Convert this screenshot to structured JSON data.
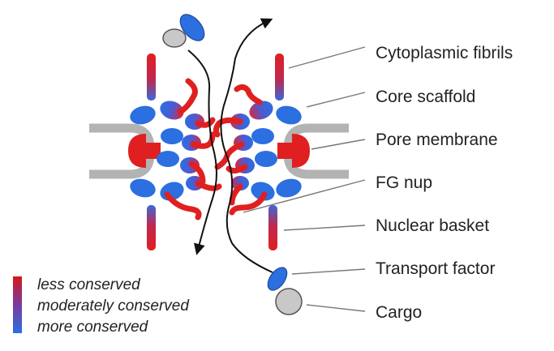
{
  "labels": {
    "cytoplasmic_fibrils": "Cytoplasmic fibrils",
    "core_scaffold": "Core scaffold",
    "pore_membrane": "Pore membrane",
    "fg_nup": "FG nup",
    "nuclear_basket": "Nuclear basket",
    "transport_factor": "Transport factor",
    "cargo": "Cargo"
  },
  "legend": {
    "less": "less conserved",
    "moderate": "moderately conserved",
    "more": "more conserved"
  },
  "colors": {
    "less_conserved": "#e02020",
    "more_conserved": "#2b6fe0",
    "membrane": "#b3b3b3",
    "cargo": "#c8c8c8",
    "leader_line": "#777777",
    "arrow": "#111111"
  }
}
